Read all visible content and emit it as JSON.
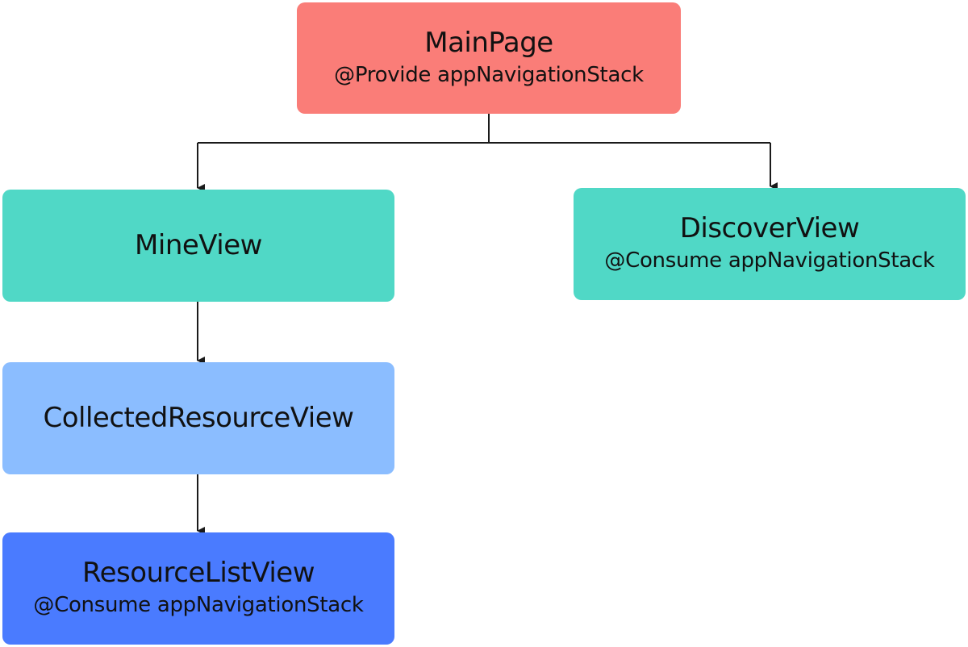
{
  "diagram": {
    "nodes": {
      "main": {
        "title": "MainPage",
        "subtitle": "@Provide appNavigationStack",
        "color": "#fa7d78"
      },
      "mine": {
        "title": "MineView",
        "subtitle": "",
        "color": "#50d8c6"
      },
      "discover": {
        "title": "DiscoverView",
        "subtitle": "@Consume appNavigationStack",
        "color": "#50d8c6"
      },
      "collected": {
        "title": "CollectedResourceView",
        "subtitle": "",
        "color": "#8bbdff"
      },
      "resourcelist": {
        "title": "ResourceListView",
        "subtitle": "@Consume appNavigationStack",
        "color": "#4a7bff"
      }
    },
    "edges": [
      {
        "from": "MainPage",
        "to": "MineView"
      },
      {
        "from": "MainPage",
        "to": "DiscoverView"
      },
      {
        "from": "MineView",
        "to": "CollectedResourceView"
      },
      {
        "from": "CollectedResourceView",
        "to": "ResourceListView"
      }
    ],
    "connector_color": "#1a1a1a"
  }
}
